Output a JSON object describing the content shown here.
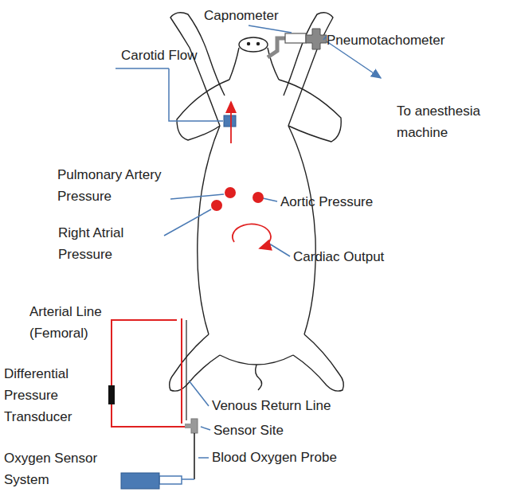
{
  "diagram": {
    "labels": [
      "Capnometer",
      "Pneumotachometer",
      "Carotid Flow",
      "To anesthesia machine",
      "Pulmonary Artery Pressure",
      "Aortic Pressure",
      "Right Atrial Pressure",
      "Cardiac Output",
      "Arterial Line (Femoral)",
      "Differential Pressure Transducer",
      "Venous Return Line",
      "Sensor Site",
      "Blood Oxygen Probe",
      "Oxygen Sensor System"
    ]
  }
}
